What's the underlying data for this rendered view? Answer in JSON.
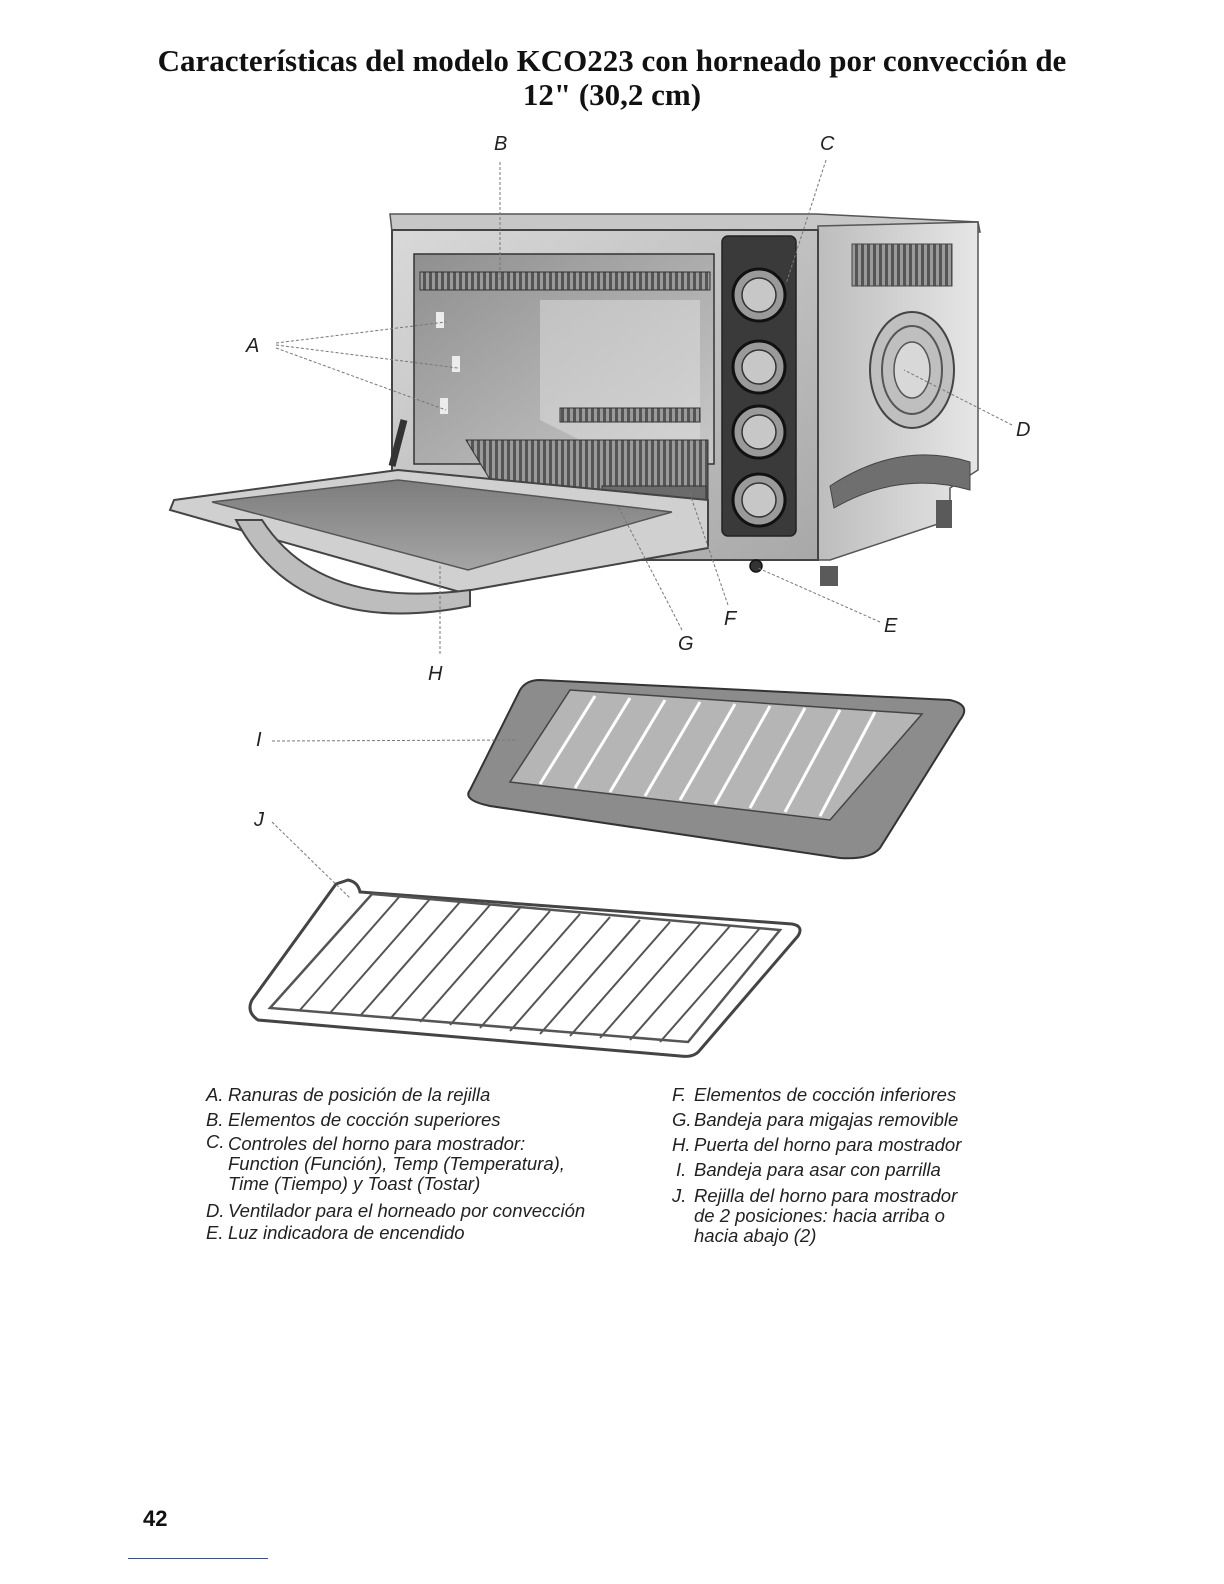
{
  "page": {
    "title_line1": "Características del modelo KCO223 con horneado por convección de",
    "title_line2": "12\" (30,2 cm)",
    "page_number": "42"
  },
  "callouts": {
    "A": "A",
    "B": "B",
    "C": "C",
    "D": "D",
    "E": "E",
    "F": "F",
    "G": "G",
    "H": "H",
    "I": "I",
    "J": "J"
  },
  "legend_left": [
    {
      "key": "A.",
      "lines": [
        "Ranuras de posición de la rejilla"
      ]
    },
    {
      "key": "B.",
      "lines": [
        "Elementos de cocción superiores"
      ]
    },
    {
      "key": "C.",
      "lines": [
        "Controles del horno para mostrador:",
        "Function (Función), Temp (Temperatura),",
        "Time (Tiempo) y Toast (Tostar)"
      ]
    },
    {
      "key": "D.",
      "lines": [
        "Ventilador para el horneado por convección"
      ]
    },
    {
      "key": "E.",
      "lines": [
        "Luz indicadora de encendido"
      ]
    }
  ],
  "legend_right": [
    {
      "key": "F.",
      "lines": [
        "Elementos de cocción inferiores"
      ]
    },
    {
      "key": "G.",
      "lines": [
        "Bandeja para migajas removible"
      ]
    },
    {
      "key": "H.",
      "lines": [
        "Puerta del horno para mostrador"
      ]
    },
    {
      "key": "I.",
      "lines": [
        "Bandeja para asar con parrilla"
      ]
    },
    {
      "key": "J.",
      "lines": [
        "Rejilla del horno para mostrador",
        "de 2 posiciones: hacia arriba o",
        "hacia abajo (2)"
      ]
    }
  ]
}
